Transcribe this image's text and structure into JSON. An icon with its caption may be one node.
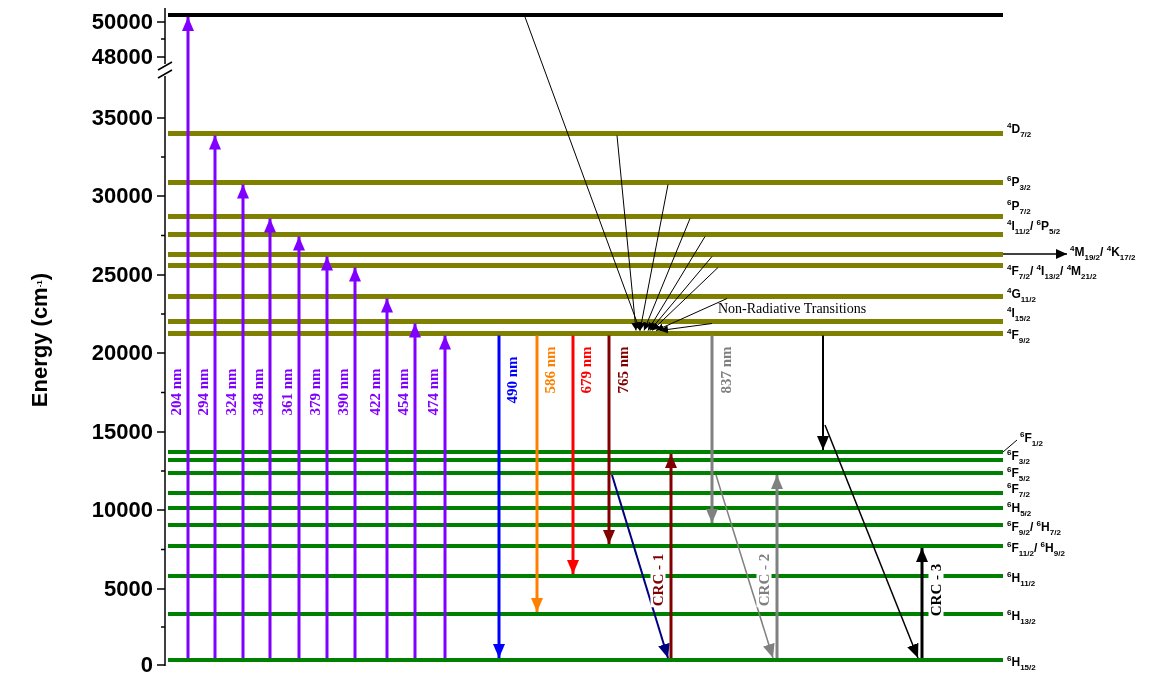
{
  "diagram": {
    "nodes": [
      {
        "text": [],
        "shape": "bar"
      },
      {
        "text": [],
        "shape": "bar",
        "beside": [
          "$^{4}$D$_{7/2}$"
        ]
      },
      {
        "text": [],
        "shape": "bar",
        "beside": [
          "$^{6}$P$_{3/2}$"
        ]
      },
      {
        "text": [],
        "shape": "bar",
        "beside": [
          "$^{6}$P$_{7/2}$"
        ]
      },
      {
        "text": [],
        "shape": "bar",
        "beside": [
          "$^{4}$I$_{11/2}$/ $^{6}$P$_{5/2}$"
        ]
      },
      {
        "text": [],
        "shape": "bar"
      },
      {
        "text": [
          "$^{4}$M$_{19/2}$/ $^{4}$K$_{17/2}$"
        ]
      },
      {
        "text": [],
        "shape": "bar",
        "beside": [
          "$^{4}$F$_{7/2}$/ $^{4}$I$_{13/2}$/ $^{4}$M$_{21/2}$"
        ]
      },
      {
        "text": [],
        "shape": "bar",
        "beside": [
          "$^{4}$G$_{11/2}$"
        ]
      },
      {
        "text": [],
        "shape": "bar",
        "beside": [
          "$^{4}$I$_{15/2}$"
        ]
      },
      {
        "text": [],
        "shape": "bar",
        "beside": [
          "$^{4}$F$_{9/2}$"
        ]
      },
      {
        "text": [],
        "shape": "bar"
      },
      {
        "text": [
          "$^{6}$F$_{1/2}$"
        ]
      },
      {
        "text": [],
        "shape": "bar",
        "beside": [
          "$^{6}$F$_{3/2}$"
        ]
      },
      {
        "text": [],
        "shape": "bar",
        "beside": [
          "$^{6}$F$_{5/2}$"
        ]
      },
      {
        "text": [],
        "shape": "bar",
        "beside": [
          "$^{6}$F$_{7/2}$"
        ]
      },
      {
        "text": [],
        "shape": "bar",
        "beside": [
          "$^{6}$H$_{5/2}$"
        ]
      },
      {
        "text": [],
        "shape": "bar",
        "beside": [
          "$^{6}$F$_{9/2}$/ $^{6}$H$_{7/2}$"
        ]
      },
      {
        "text": [],
        "shape": "bar",
        "beside": [
          "$^{6}$F$_{11/2}$/ $^{6}$H$_{9/2}$"
        ]
      },
      {
        "text": [],
        "shape": "bar",
        "beside": [
          "$^{6}$H$_{11/2}$"
        ]
      },
      {
        "text": [],
        "shape": "bar",
        "beside": [
          "$^{6}$H$_{13/2}$"
        ]
      },
      {
        "text": [],
        "shape": "bar",
        "beside": [
          "$^{6}$H$_{15/2}$"
        ]
      }
    ],
    "edges": [
      {
        "from": 21,
        "to": 0,
        "arrow": "to",
        "label": "204 nm",
        "color": "#8000ff"
      },
      {
        "from": 21,
        "to": 1,
        "arrow": "to",
        "label": "294 nm",
        "color": "#8000ff"
      },
      {
        "from": 21,
        "to": 2,
        "arrow": "to",
        "label": "324 nm",
        "color": "#8000ff"
      },
      {
        "from": 21,
        "to": 3,
        "arrow": "to",
        "label": "348 nm",
        "color": "#8000ff"
      },
      {
        "from": 21,
        "to": 4,
        "arrow": "to",
        "label": "361 nm",
        "color": "#8000ff"
      },
      {
        "from": 21,
        "to": 5,
        "arrow": "to",
        "label": "379 nm",
        "color": "#8000ff"
      },
      {
        "from": 21,
        "to": 7,
        "arrow": "to",
        "label": "390 nm",
        "color": "#8000ff"
      },
      {
        "from": 21,
        "to": 8,
        "arrow": "to",
        "label": "422 nm",
        "color": "#8000ff"
      },
      {
        "from": 21,
        "to": 9,
        "arrow": "to",
        "label": "454 nm",
        "color": "#8000ff"
      },
      {
        "from": 21,
        "to": 10,
        "arrow": "to",
        "label": "474 nm",
        "color": "#8000ff"
      },
      {
        "from": 0,
        "to": 10,
        "arrow": "to"
      },
      {
        "from": 1,
        "to": 10,
        "arrow": "to"
      },
      {
        "from": 2,
        "to": 10,
        "arrow": "to"
      },
      {
        "from": 3,
        "to": 10,
        "arrow": "to"
      },
      {
        "from": 4,
        "to": 10,
        "arrow": "to"
      },
      {
        "from": 5,
        "to": 10,
        "arrow": "to"
      },
      {
        "from": 7,
        "to": 10,
        "arrow": "to"
      },
      {
        "from": 8,
        "to": 10,
        "arrow": "to"
      },
      {
        "from": 9,
        "to": 10,
        "arrow": "to"
      },
      {
        "from": 10,
        "to": 21,
        "arrow": "to",
        "label": "490 nm",
        "color": "#0000ff"
      },
      {
        "from": 10,
        "to": 20,
        "arrow": "to",
        "label": "586 nm",
        "color": "#ff8000"
      },
      {
        "from": 10,
        "to": 19,
        "arrow": "to",
        "label": "679 nm",
        "color": "#ff0000"
      },
      {
        "from": 10,
        "to": 18,
        "arrow": "to",
        "label": "765 nm",
        "color": "#800000"
      },
      {
        "from": 10,
        "to": 17,
        "arrow": "to",
        "label": "837 nm",
        "color": "#808080"
      },
      {
        "from": 10,
        "to": 11,
        "arrow": "to"
      },
      {
        "from": 14,
        "to": 21,
        "arrow": "to",
        "color": "#000080"
      },
      {
        "from": 21,
        "to": 11,
        "arrow": "to",
        "label": "CRC - 1",
        "color": "#800000"
      },
      {
        "from": 14,
        "to": 21,
        "arrow": "to",
        "color": "#808080"
      },
      {
        "from": 21,
        "to": 14,
        "arrow": "to",
        "label": "CRC - 2",
        "color": "#808080"
      },
      {
        "from": null,
        "to": 21,
        "arrow": "to"
      },
      {
        "from": 21,
        "to": 18,
        "arrow": "to",
        "label": "CRC - 3"
      },
      {
        "from": 5,
        "to": 6,
        "arrow": "to"
      },
      {
        "from": 11,
        "to": 12,
        "arrow": "none"
      }
    ],
    "labels": [
      "50000",
      "48000",
      "35000",
      "30000",
      "25000",
      "20000",
      "15000",
      "10000",
      "5000",
      "0",
      "Energy (cm$^{-1}$)",
      "Non-Radiative Transitions"
    ]
  }
}
